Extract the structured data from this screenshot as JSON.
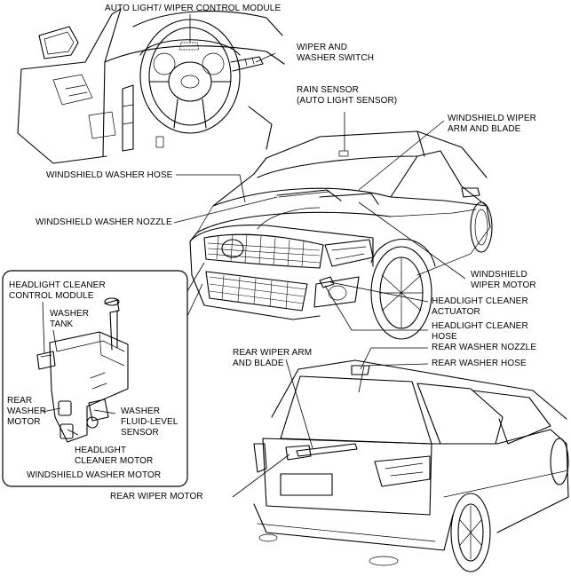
{
  "labels": {
    "auto_light_wiper_module": "AUTO LIGHT/ WIPER CONTROL MODULE",
    "wiper_washer_switch": "WIPER AND\nWASHER SWITCH",
    "rain_sensor": "RAIN SENSOR\n(AUTO LIGHT SENSOR)",
    "windshield_wiper_arm": "WINDSHIELD WIPER\nARM AND BLADE",
    "windshield_washer_hose": "WINDSHIELD WASHER HOSE",
    "windshield_washer_nozzle": "WINDSHIELD WASHER NOZZLE",
    "windshield_wiper_motor": "WINDSHIELD\nWIPER MOTOR",
    "headlight_cleaner_actuator": "HEADLIGHT CLEANER\nACTUATOR",
    "headlight_cleaner_hose": "HEADLIGHT CLEANER\nHOSE",
    "headlight_cleaner_control_module": "HEADLIGHT CLEANER\nCONTROL MODULE",
    "washer_tank": "WASHER\nTANK",
    "rear_washer_motor": "REAR\nWASHER\nMOTOR",
    "washer_fluid_level_sensor": "WASHER\nFLUID-LEVEL\nSENSOR",
    "headlight_cleaner_motor": "HEADLIGHT\nCLEANER MOTOR",
    "windshield_washer_motor": "WINDSHIELD WASHER MOTOR",
    "rear_wiper_arm": "REAR WIPER ARM\nAND BLADE",
    "rear_washer_nozzle": "REAR WASHER NOZZLE",
    "rear_washer_hose": "REAR WASHER HOSE",
    "rear_wiper_motor": "REAR WIPER MOTOR"
  }
}
